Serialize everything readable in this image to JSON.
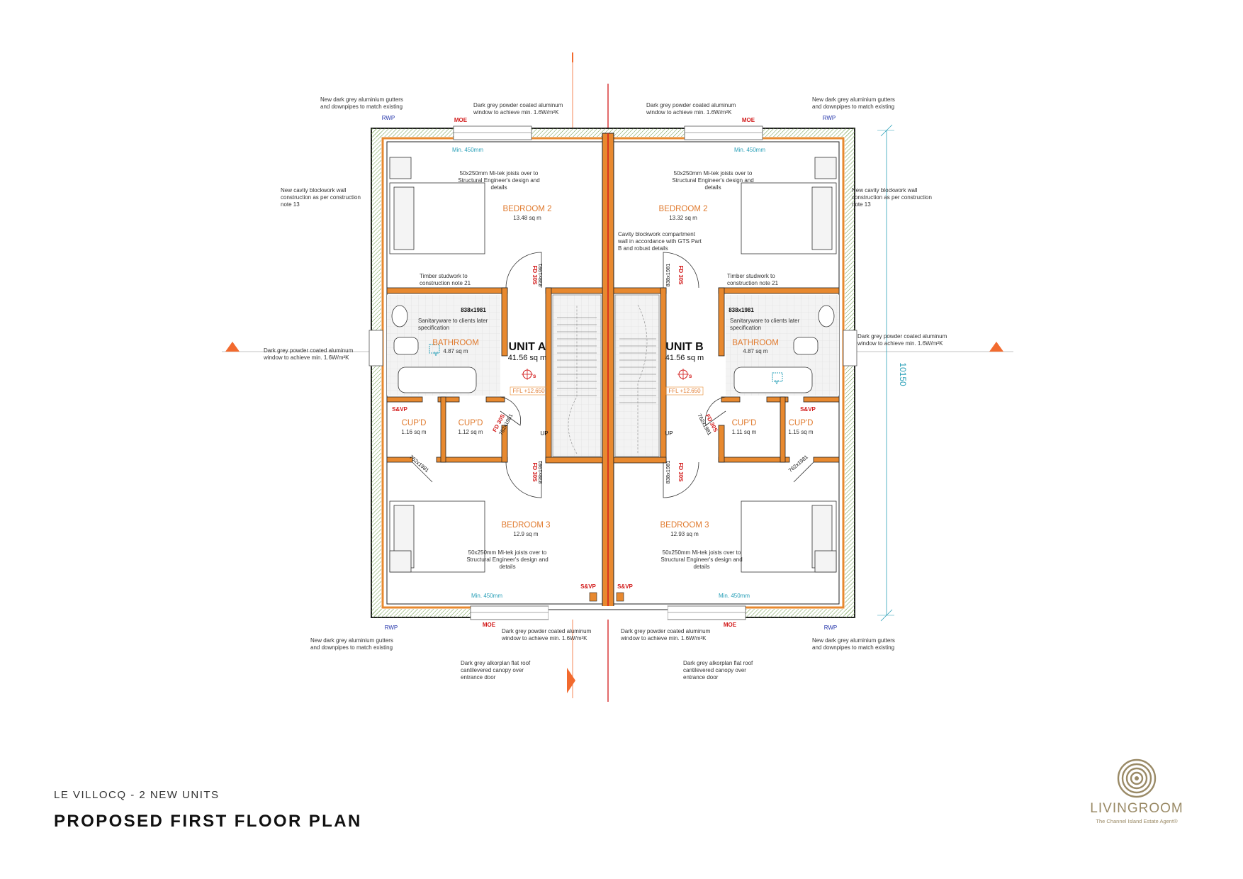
{
  "units": [
    {
      "name": "UNIT A",
      "area": "41.56 sq m",
      "ffl": "FFL +12.650"
    },
    {
      "name": "UNIT B",
      "area": "41.56 sq m",
      "ffl": "FFL +12.650"
    }
  ],
  "rooms_a": {
    "bed2": {
      "name": "BEDROOM 2",
      "area": "13.48 sq m"
    },
    "bath": {
      "name": "BATHROOM",
      "area": "4.87 sq m"
    },
    "cup1": {
      "name": "CUP'D",
      "area": "1.16 sq m"
    },
    "cup2": {
      "name": "CUP'D",
      "area": "1.12 sq m"
    },
    "bed3": {
      "name": "BEDROOM 3",
      "area": "12.9 sq m"
    }
  },
  "rooms_b": {
    "bed2": {
      "name": "BEDROOM 2",
      "area": "13.32 sq m"
    },
    "bath": {
      "name": "BATHROOM",
      "area": "4.87 sq m"
    },
    "cup1": {
      "name": "CUP'D",
      "area": "1.11 sq m"
    },
    "cup2": {
      "name": "CUP'D",
      "area": "1.15 sq m"
    },
    "bed3": {
      "name": "BEDROOM 3",
      "area": "12.93 sq m"
    }
  },
  "notes": {
    "gutters_1": "New dark grey aluminium gutters",
    "gutters_2": "and downpipes to match existing",
    "window_1": "Dark grey powder coated aluminum",
    "window_2": "window to achieve min. 1.6W/m²K",
    "cavity_1": "New cavity blockwork wall",
    "cavity_2": "construction as per construction",
    "cavity_3": "note 13",
    "joists_1": "50x250mm Mi-tek joists over to",
    "joists_2": "Structural Engineer's design and",
    "joists_3": "details",
    "timber_1": "Timber studwork to",
    "timber_2": "construction note 21",
    "sanitary_1": "Sanitaryware to clients later",
    "sanitary_2": "specification",
    "compart_1": "Cavity blockwork compartment",
    "compart_2": "wall in accordance with GTS Part",
    "compart_3": "B and robust details",
    "canopy_1": "Dark grey alkorplan flat roof",
    "canopy_2": "cantilevered canopy over",
    "canopy_3": "entrance door"
  },
  "labels": {
    "rwp": "RWP",
    "moe": "MOE",
    "min450": "Min. 450mm",
    "svp": "S&VP",
    "up": "UP",
    "door838": "838x1981",
    "door762": "762x1981",
    "fd30s": "FD 30S",
    "vent": "V",
    "smoke": "s",
    "dimension": "10150"
  },
  "footer": {
    "subtitle": "LE VILLOCQ - 2 NEW UNITS",
    "title": "PROPOSED FIRST FLOOR PLAN"
  },
  "brand": {
    "name": "LIVINGROOM",
    "tagline": "The Channel Island Estate Agent®",
    "color": "#9a8a66"
  },
  "colors": {
    "wall": "#e8892f",
    "accent_red": "#d21b1b",
    "section_arrow": "#f26a2e",
    "dimension": "#2aa0b8"
  }
}
